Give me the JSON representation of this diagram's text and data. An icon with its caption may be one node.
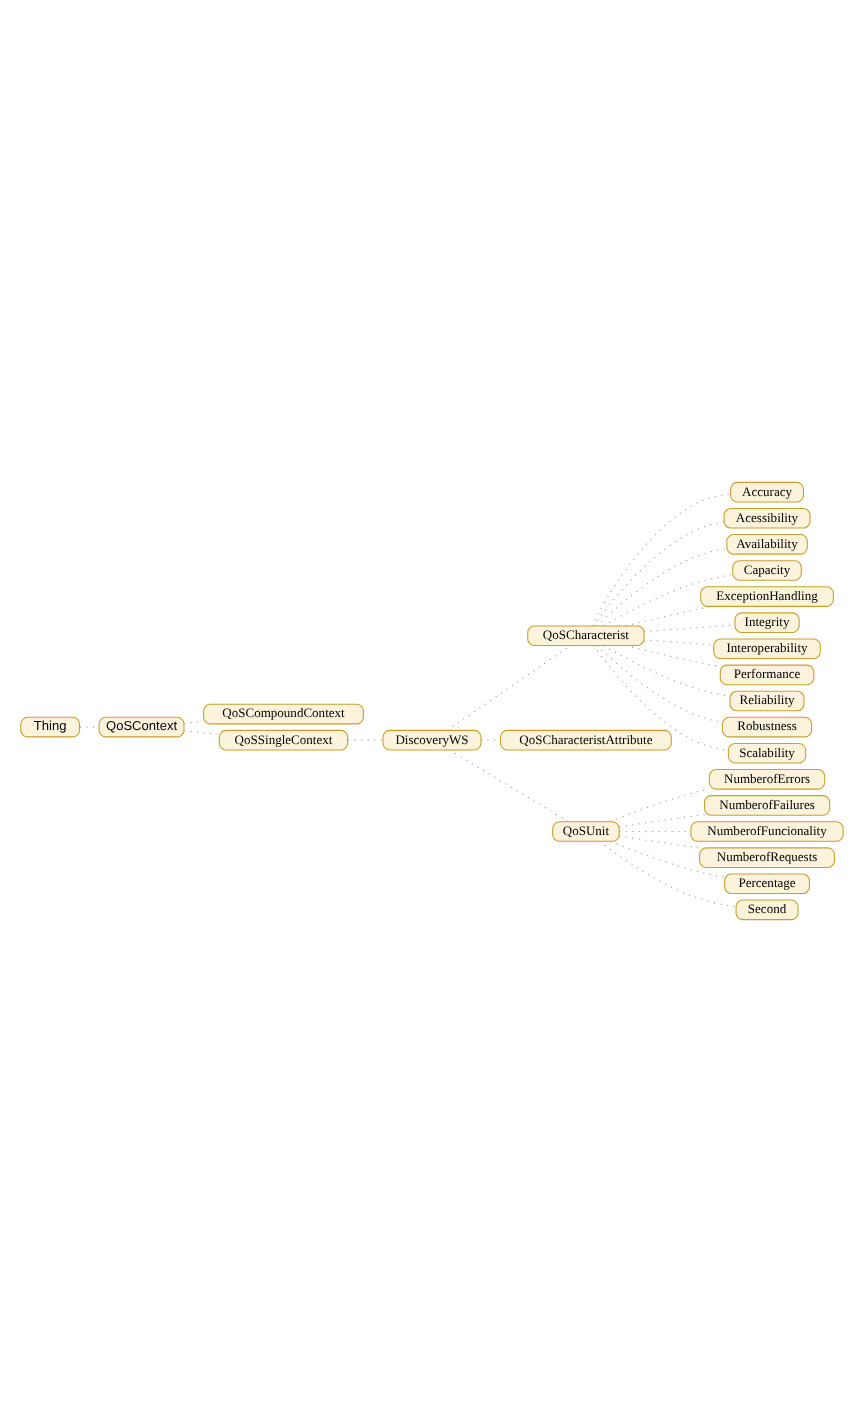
{
  "diagram": {
    "nodes": [
      {
        "text": [
          "Thing"
        ]
      },
      {
        "text": [
          "QoSContext"
        ]
      },
      {
        "text": [
          "QoSCompoundContext"
        ]
      },
      {
        "text": [
          "QoSSingleContext"
        ]
      },
      {
        "text": [
          "DiscoveryWS"
        ]
      },
      {
        "text": [
          "QoSCharacterist"
        ]
      },
      {
        "text": [
          "Accuracy"
        ]
      },
      {
        "text": [
          "Acessibility"
        ]
      },
      {
        "text": [
          "Availability"
        ]
      },
      {
        "text": [
          "Capacity"
        ]
      },
      {
        "text": [
          "ExceptionHandling"
        ]
      },
      {
        "text": [
          "Integrity"
        ]
      },
      {
        "text": [
          "Interoperability"
        ]
      },
      {
        "text": [
          "Performance"
        ]
      },
      {
        "text": [
          "Reliability"
        ]
      },
      {
        "text": [
          "Robustness"
        ]
      },
      {
        "text": [
          "Scalability"
        ]
      },
      {
        "text": [
          "QoSCharacteristAttribute"
        ]
      },
      {
        "text": [
          "QoSUnit"
        ]
      },
      {
        "text": [
          "NumberofErrors"
        ]
      },
      {
        "text": [
          "NumberofFailures"
        ]
      },
      {
        "text": [
          "NumberofFuncionality"
        ]
      },
      {
        "text": [
          "NumberofRequests"
        ]
      },
      {
        "text": [
          "Percentage"
        ]
      },
      {
        "text": [
          "Second"
        ]
      }
    ],
    "edges": [
      {
        "from": 0,
        "to": 1,
        "arrow": "none"
      },
      {
        "from": 1,
        "to": 2,
        "arrow": "none"
      },
      {
        "from": 1,
        "to": 3,
        "arrow": "none"
      },
      {
        "from": 3,
        "to": 4,
        "arrow": "none"
      },
      {
        "from": 4,
        "to": 5,
        "arrow": "none"
      },
      {
        "from": 5,
        "to": 6,
        "arrow": "none"
      },
      {
        "from": 5,
        "to": 7,
        "arrow": "none"
      },
      {
        "from": 5,
        "to": 8,
        "arrow": "none"
      },
      {
        "from": 5,
        "to": 9,
        "arrow": "none"
      },
      {
        "from": 5,
        "to": 10,
        "arrow": "none"
      },
      {
        "from": 5,
        "to": 11,
        "arrow": "none"
      },
      {
        "from": 5,
        "to": 12,
        "arrow": "none"
      },
      {
        "from": 5,
        "to": 13,
        "arrow": "none"
      },
      {
        "from": 5,
        "to": 14,
        "arrow": "none"
      },
      {
        "from": 5,
        "to": 15,
        "arrow": "none"
      },
      {
        "from": 5,
        "to": 16,
        "arrow": "none"
      },
      {
        "from": 4,
        "to": 17,
        "arrow": "none"
      },
      {
        "from": 4,
        "to": 18,
        "arrow": "none"
      },
      {
        "from": 18,
        "to": 19,
        "arrow": "none"
      },
      {
        "from": 18,
        "to": 20,
        "arrow": "none"
      },
      {
        "from": 18,
        "to": 21,
        "arrow": "none"
      },
      {
        "from": 18,
        "to": 22,
        "arrow": "none"
      },
      {
        "from": 18,
        "to": 23,
        "arrow": "none"
      },
      {
        "from": 18,
        "to": 24,
        "arrow": "none"
      }
    ]
  }
}
